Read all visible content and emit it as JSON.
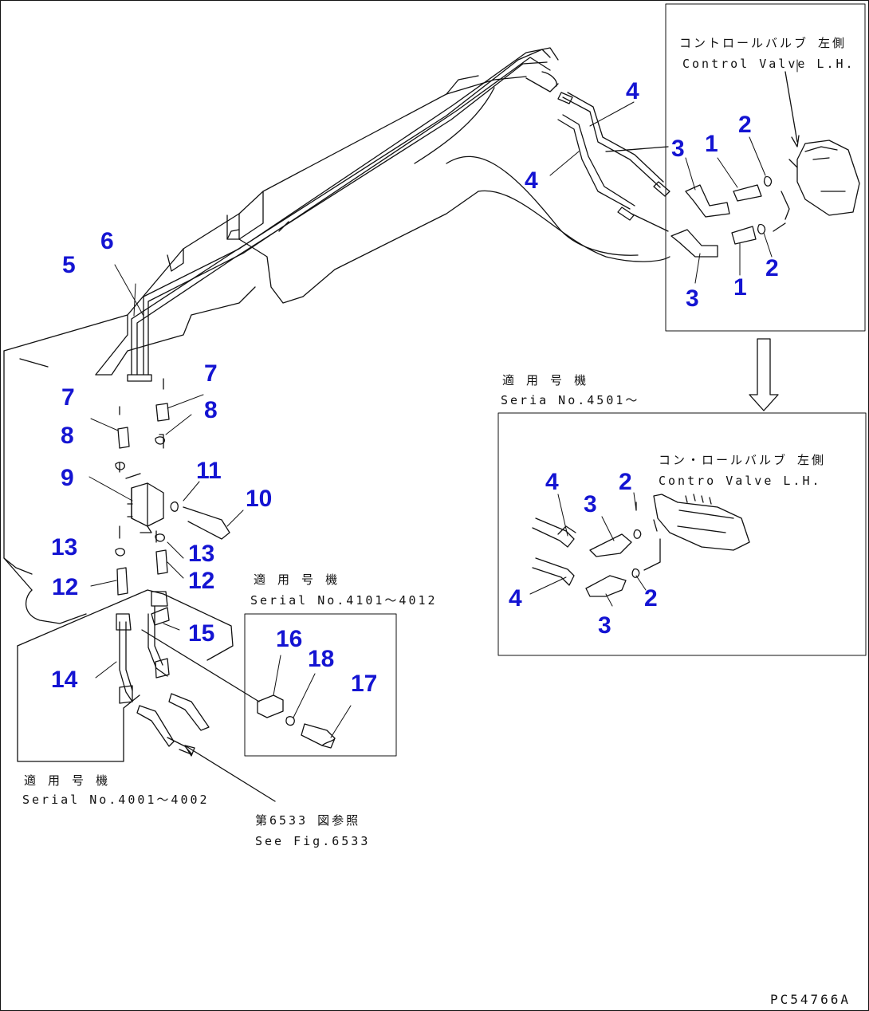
{
  "colors": {
    "callout": "#1414d2",
    "line": "#111111",
    "background": "#ffffff"
  },
  "labels": {
    "control_valve_jp_main": "コントロールバルブ 左側",
    "control_valve_en_main": "Control Valve L.H.",
    "serial_jp_right": "適 用 号 機",
    "serial_en_right": "Seria  No.4501～",
    "control_valve_jp_sub": "コン・ロールバルブ 左側",
    "control_valve_en_sub": "Contro  Valve L.H.",
    "serial_jp_mid": "適 用 号 機",
    "serial_en_mid": "Serial No.4101～4012",
    "serial_jp_left": "適 用 号 機",
    "serial_en_left": "Serial No.4001～4002",
    "see_fig_jp": "第6533 図参照",
    "see_fig_en": "See Fig.6533",
    "drawing_code": "PC54766A"
  },
  "callouts": [
    "1",
    "1",
    "2",
    "2",
    "3",
    "3",
    "4",
    "4",
    "2",
    "3",
    "4",
    "4",
    "3",
    "2",
    "5",
    "6",
    "7",
    "7",
    "8",
    "8",
    "9",
    "10",
    "11",
    "12",
    "12",
    "13",
    "13",
    "14",
    "15",
    "16",
    "17",
    "18"
  ]
}
